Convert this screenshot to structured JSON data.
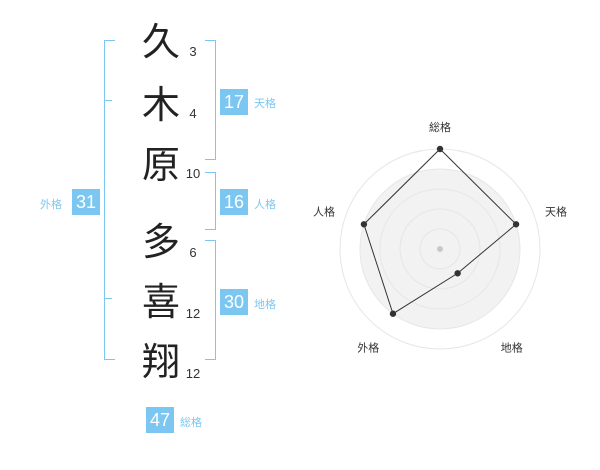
{
  "name_chars": [
    {
      "char": "久",
      "strokes": "3"
    },
    {
      "char": "木",
      "strokes": "4"
    },
    {
      "char": "原",
      "strokes": "10"
    },
    {
      "char": "多",
      "strokes": "6"
    },
    {
      "char": "喜",
      "strokes": "12"
    },
    {
      "char": "翔",
      "strokes": "12"
    }
  ],
  "kaku": {
    "tenkaku": {
      "value": "17",
      "label": "天格"
    },
    "jinkaku": {
      "value": "16",
      "label": "人格"
    },
    "chikaku": {
      "value": "30",
      "label": "地格"
    },
    "gaikaku": {
      "value": "31",
      "label": "外格"
    },
    "soukaku": {
      "value": "47",
      "label": "総格"
    }
  },
  "colors": {
    "accent": "#7cc7f2",
    "text": "#222222",
    "ring": "#e6e6e6",
    "fill": "#f2f2f2",
    "line": "#333333"
  },
  "chart_data": {
    "type": "radar",
    "axes": [
      "総格",
      "天格",
      "地格",
      "外格",
      "人格"
    ],
    "values": [
      5,
      4,
      1.5,
      4,
      4
    ],
    "max": 5,
    "rings": 5,
    "grid": true
  }
}
